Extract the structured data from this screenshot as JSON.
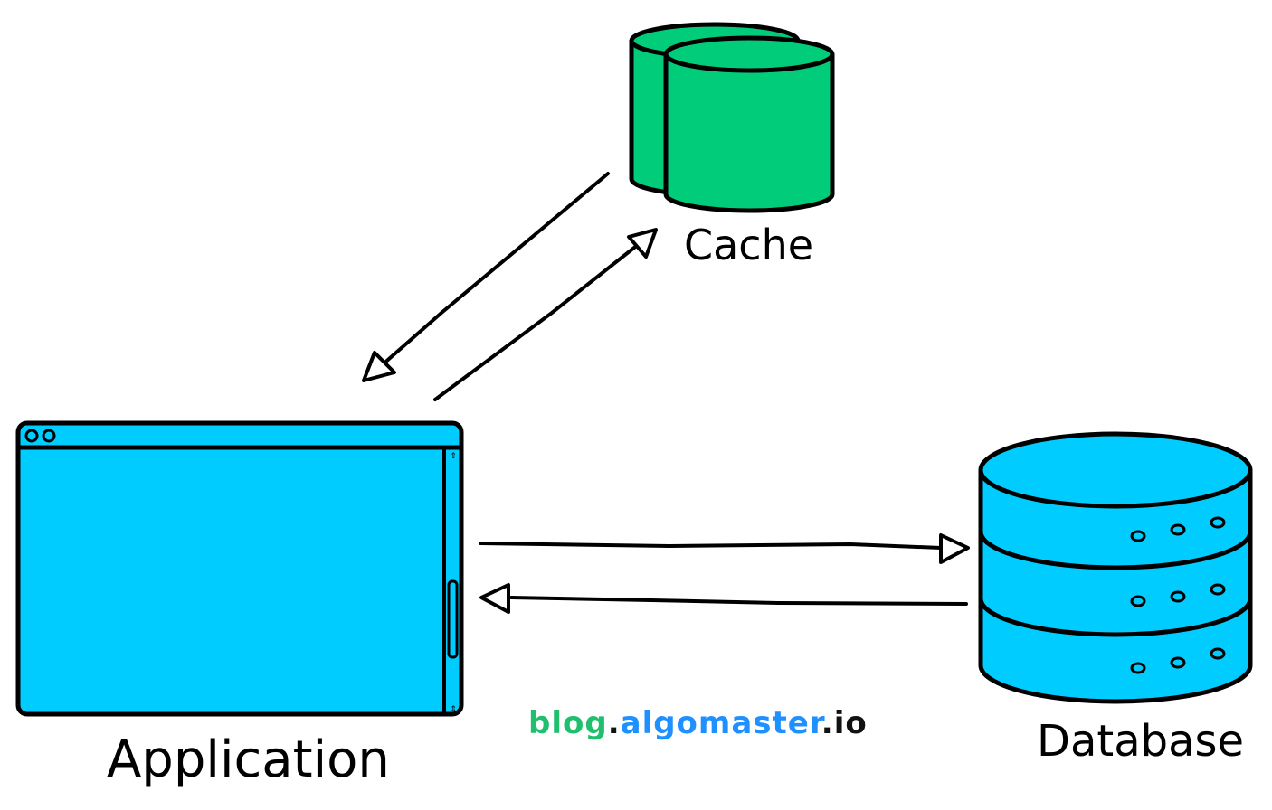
{
  "labels": {
    "cache": "Cache",
    "application": "Application",
    "database": "Database"
  },
  "watermark": {
    "part1": "blog",
    "dot1": ".",
    "part2": "algomaster",
    "dot2": ".",
    "part3": "io"
  },
  "colors": {
    "cache_fill": "#00cc7a",
    "app_fill": "#00ccff",
    "db_fill": "#00ccff",
    "outline": "#000000",
    "watermark_green": "#1fbf6e",
    "watermark_blue": "#1e90ff"
  },
  "icons": {
    "cache": "cylinders-icon",
    "application": "app-window-icon",
    "database": "database-icon"
  }
}
